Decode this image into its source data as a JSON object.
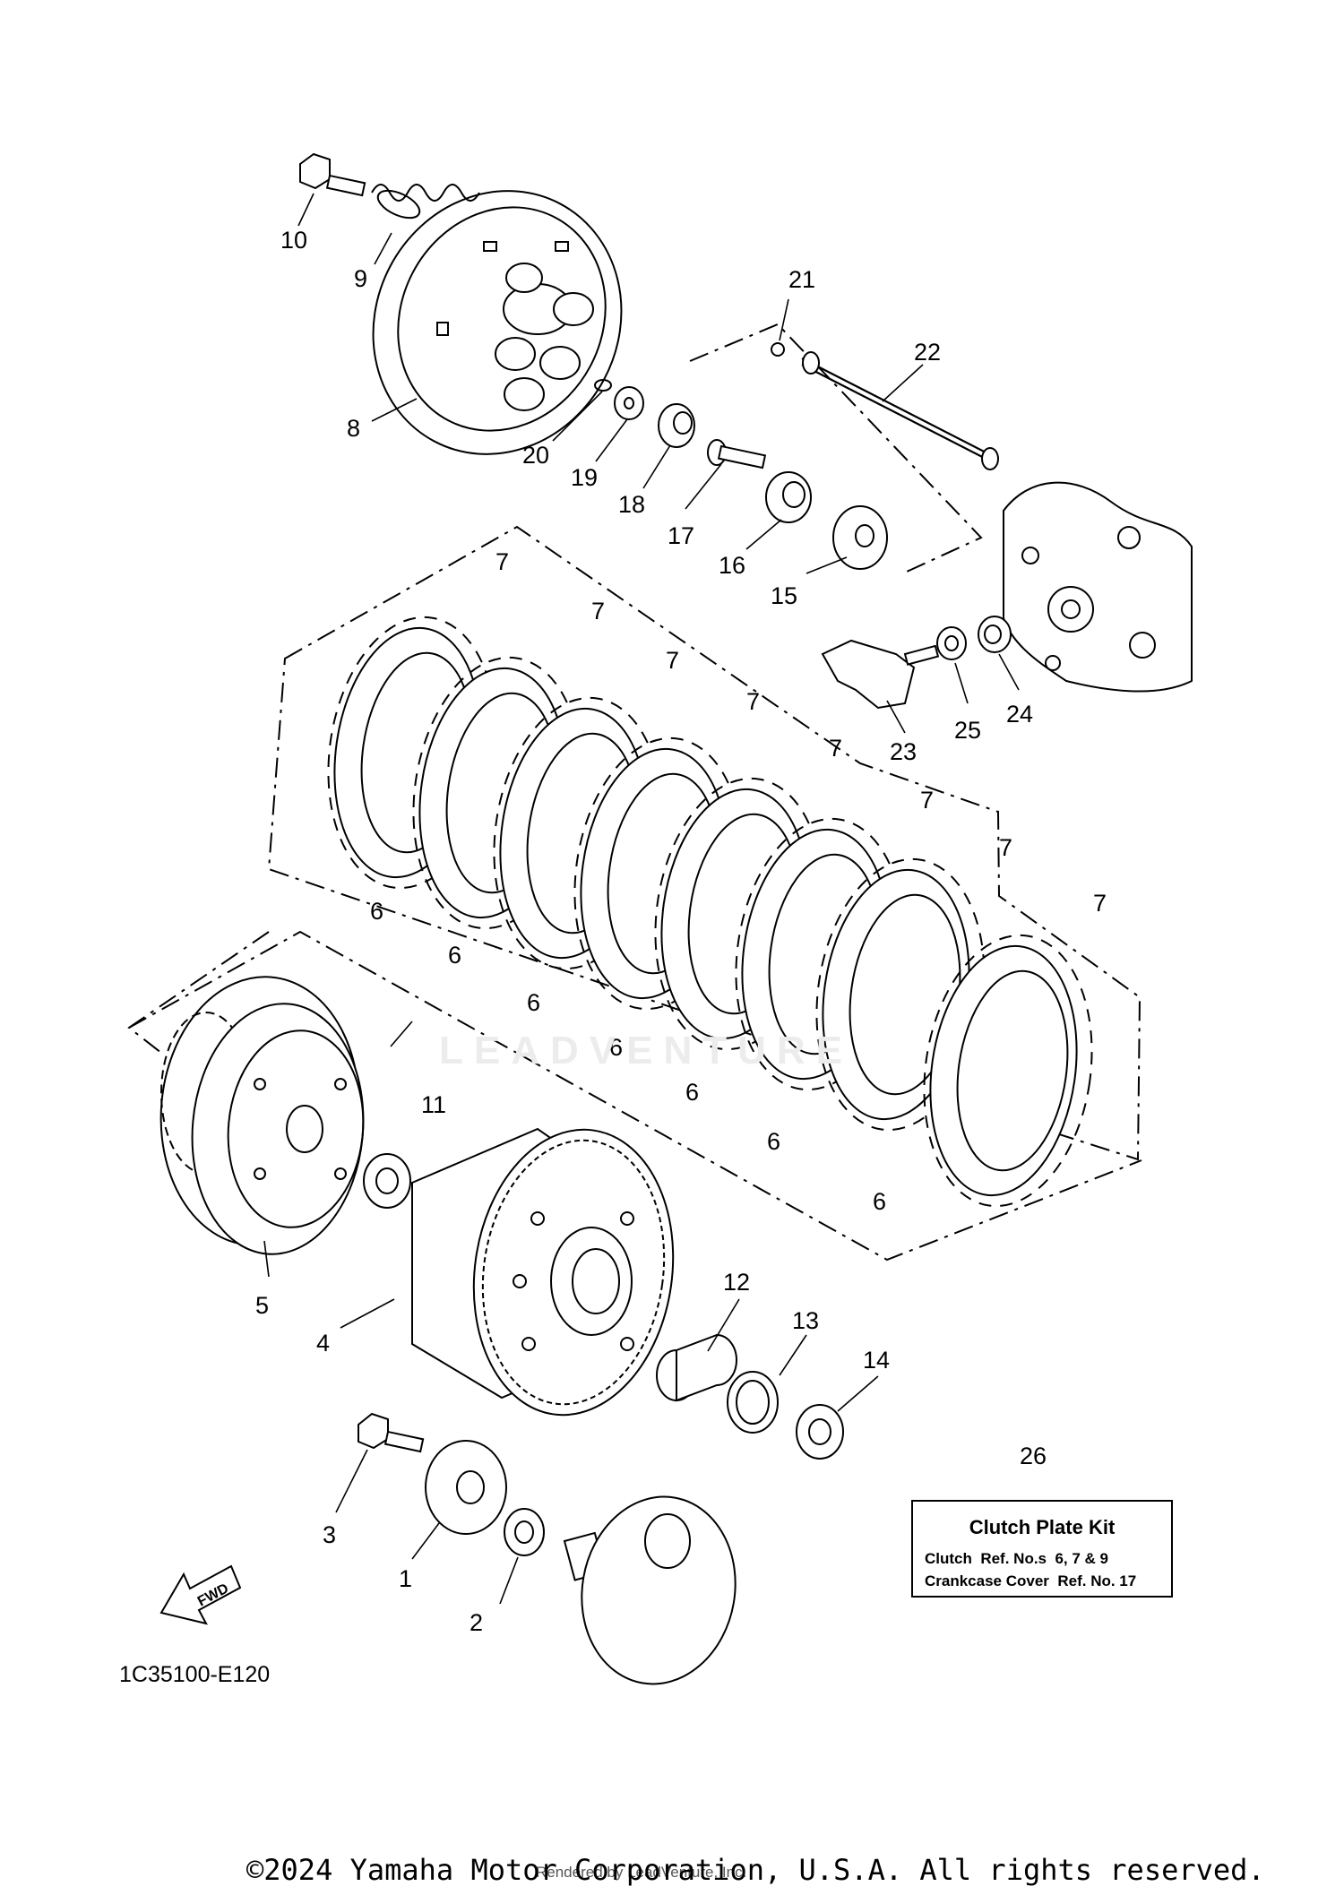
{
  "diagram": {
    "code": "1C35100-E120",
    "watermark": "LEADVENTURE",
    "copyright": "©2024 Yamaha Motor Corporation, U.S.A. All rights reserved.",
    "rendered_by": "Rendered by LeadVenture, Inc.",
    "fwd_label": "FWD"
  },
  "kit": {
    "ref_number": "26",
    "title": "Clutch Plate Kit",
    "line1": "Clutch  Ref. No.s  6, 7 & 9",
    "line2": "Crankcase Cover  Ref. No. 17"
  },
  "callouts": {
    "c1": "1",
    "c2": "2",
    "c3": "3",
    "c4": "4",
    "c5": "5",
    "c6a": "6",
    "c6b": "6",
    "c6c": "6",
    "c6d": "6",
    "c6e": "6",
    "c6f": "6",
    "c6g": "6",
    "c7a": "7",
    "c7b": "7",
    "c7c": "7",
    "c7d": "7",
    "c7e": "7",
    "c7f": "7",
    "c7g": "7",
    "c7h": "7",
    "c8": "8",
    "c9": "9",
    "c10": "10",
    "c11": "11",
    "c12": "12",
    "c13": "13",
    "c14": "14",
    "c15": "15",
    "c16": "16",
    "c17": "17",
    "c18": "18",
    "c19": "19",
    "c20": "20",
    "c21": "21",
    "c22": "22",
    "c23": "23",
    "c24": "24",
    "c25": "25"
  }
}
